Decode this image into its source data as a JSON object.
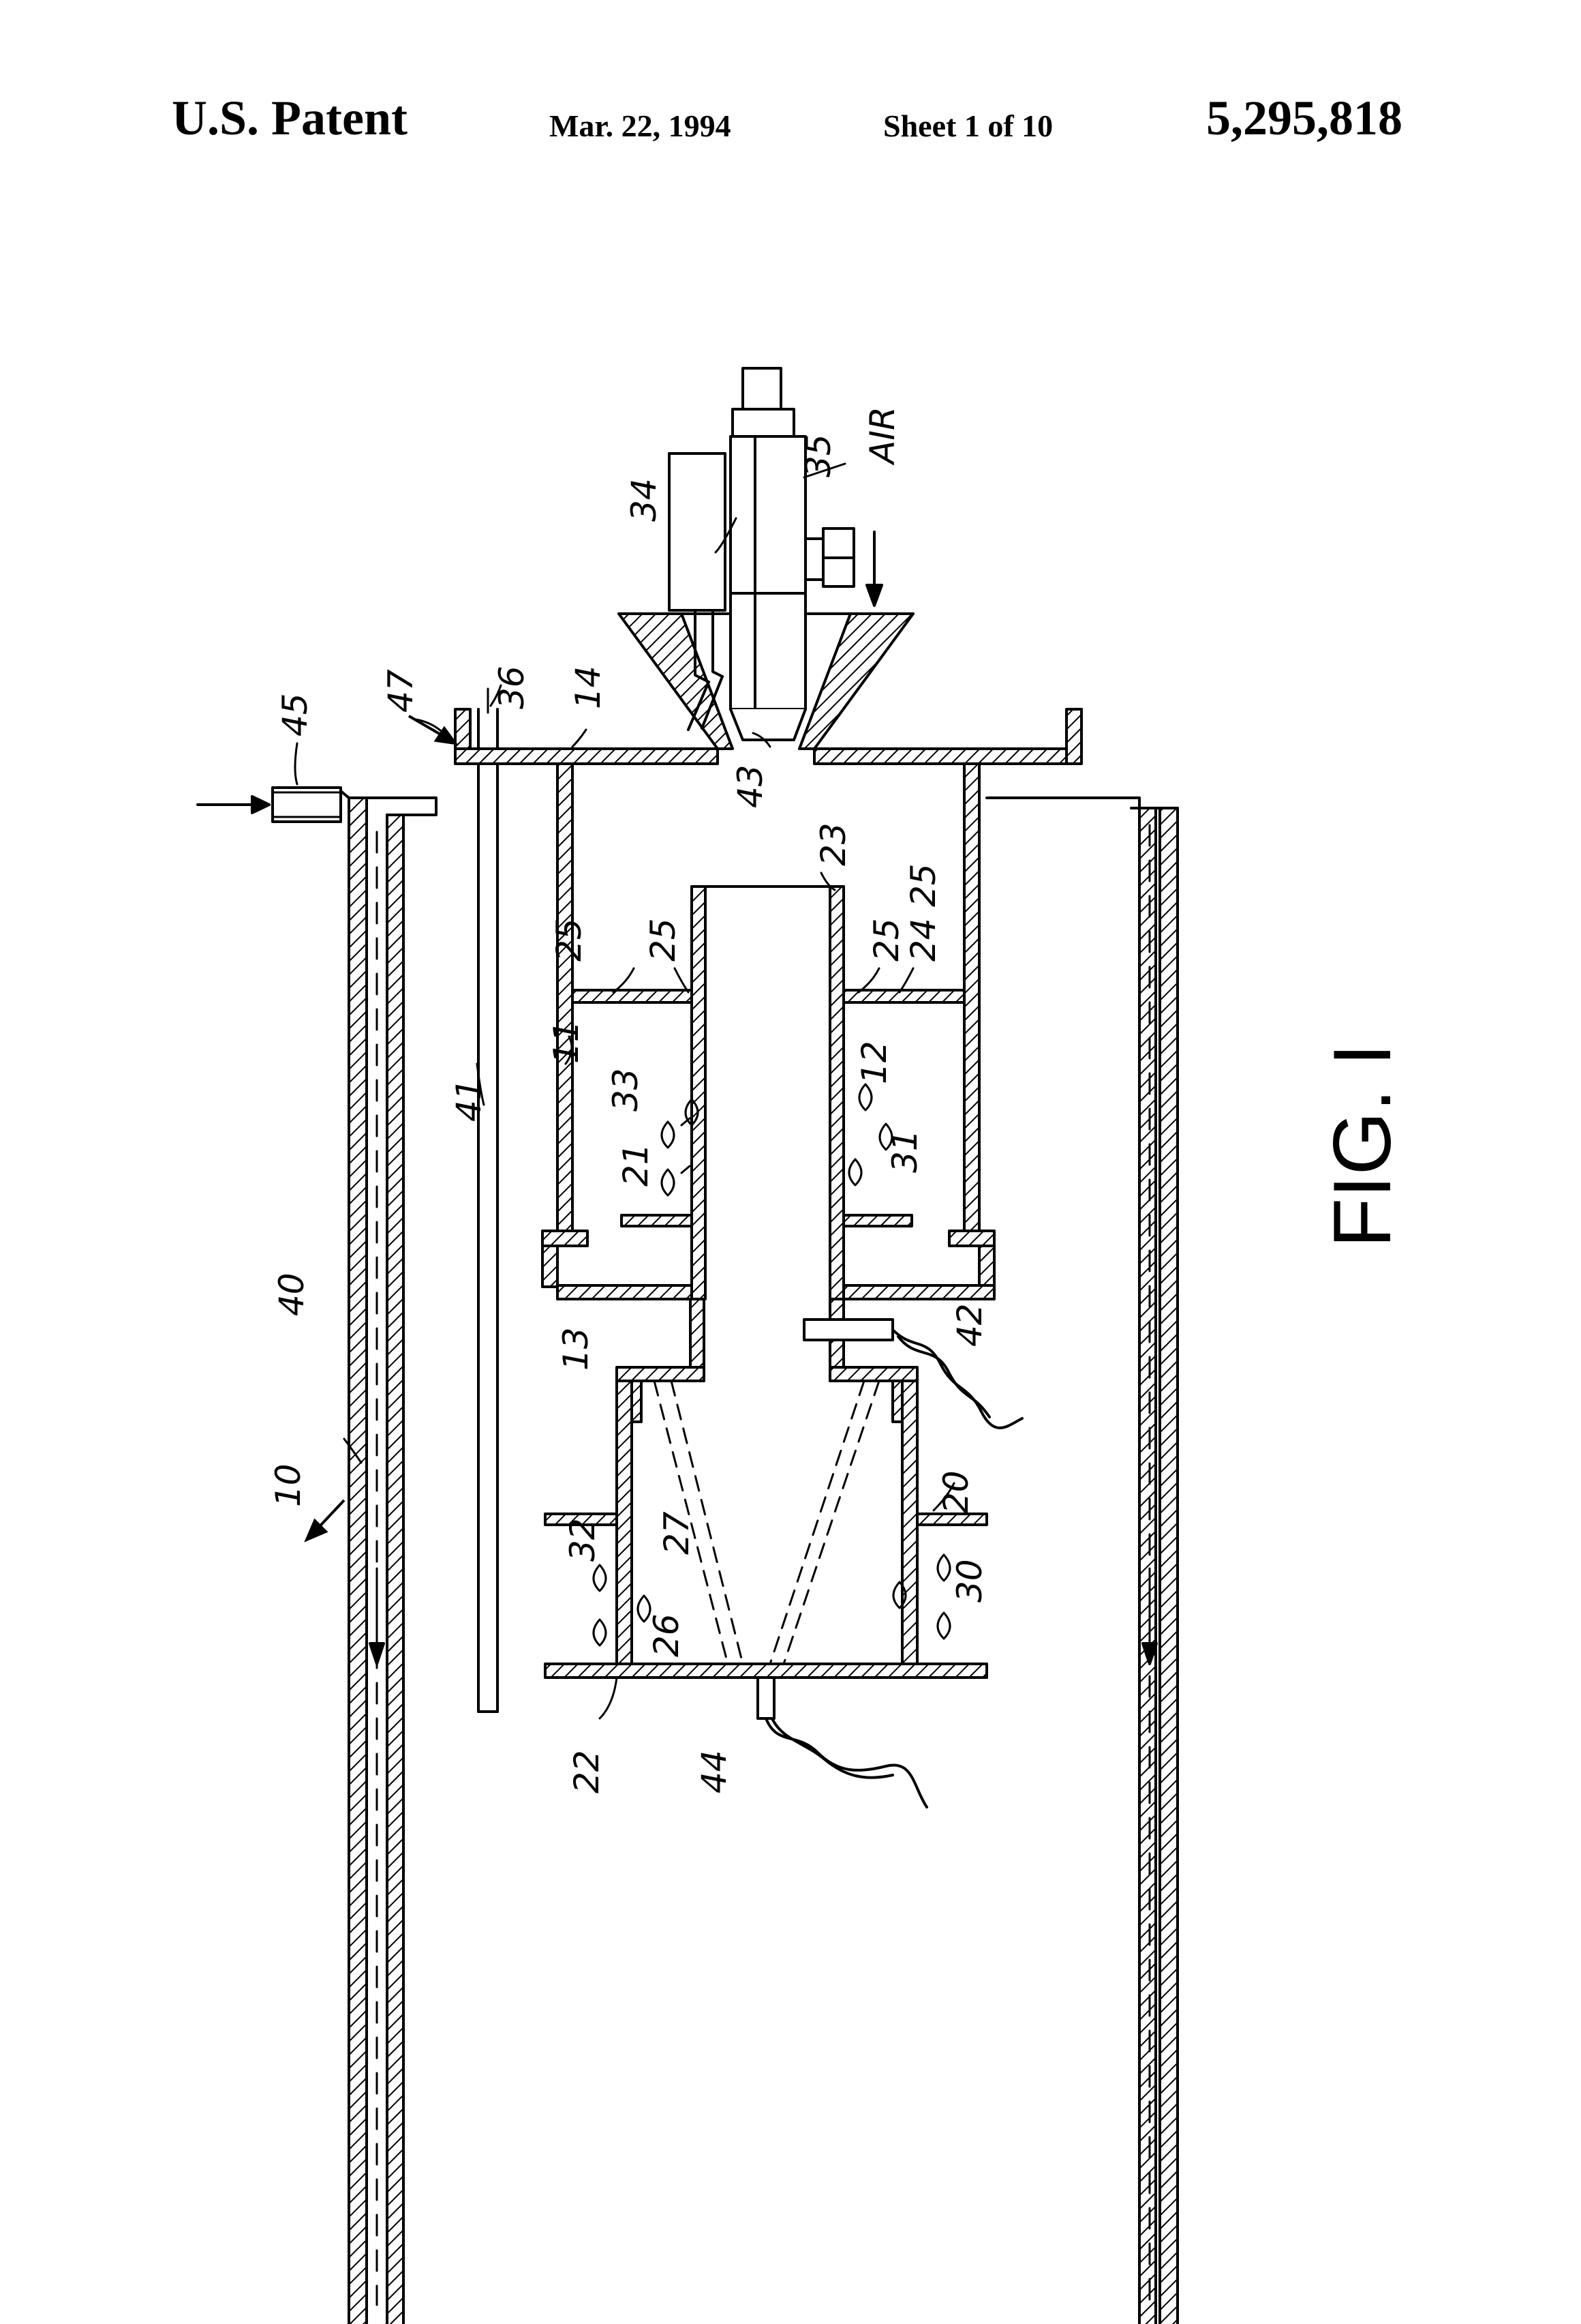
{
  "header": {
    "left": "U.S. Patent",
    "date": "Mar. 22, 1994",
    "sheet": "Sheet 1 of 10",
    "patent_number": "5,295,818"
  },
  "figure": {
    "caption": "FIG. I",
    "air_label": "AIR",
    "ref_numerals": {
      "r10": "10",
      "r11": "11",
      "r12": "12",
      "r13": "13",
      "r14": "14",
      "r20": "20",
      "r21": "21",
      "r22": "22",
      "r23": "23",
      "r24": "24",
      "r25a": "25",
      "r25b": "25",
      "r25c": "25",
      "r25d": "25",
      "r26": "26",
      "r27": "27",
      "r30": "30",
      "r31": "31",
      "r32": "32",
      "r33": "33",
      "r34": "34",
      "r35": "35",
      "r36": "36",
      "r40": "40",
      "r41": "41",
      "r42": "42",
      "r43": "43",
      "r44": "44",
      "r45": "45",
      "r47": "47"
    }
  }
}
